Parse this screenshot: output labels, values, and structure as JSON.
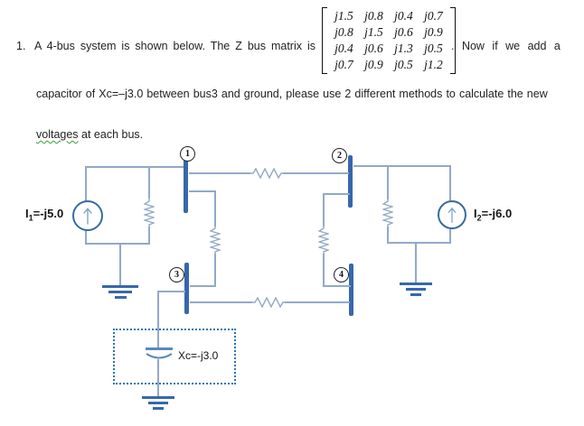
{
  "problem": {
    "number": "1.",
    "text_before_matrix": "A 4-bus system is shown below. The Z bus matrix is",
    "matrix": {
      "rows": [
        [
          "j1.5",
          "j0.8",
          "j0.4",
          "j0.7"
        ],
        [
          "j0.8",
          "j1.5",
          "j0.6",
          "j0.9"
        ],
        [
          "j0.4",
          "j0.6",
          "j1.3",
          "j0.5"
        ],
        [
          "j0.7",
          "j0.9",
          "j0.5",
          "j1.2"
        ]
      ]
    },
    "text_after_matrix": ". Now if we add a",
    "line2": "capacitor of Xc=–j3.0 between bus3 and ground, please use 2 different methods to calculate the new",
    "line3_word": "voltages",
    "line3_rest": " at each bus."
  },
  "circuit": {
    "bus_labels": [
      "1",
      "2",
      "3",
      "4"
    ],
    "source1": {
      "base": "I",
      "sub": "1",
      "value": "=-j5.0"
    },
    "source2": {
      "base": "I",
      "sub": "2",
      "value": "=-j6.0"
    },
    "capacitor_label": "Xc=-j3.0",
    "colors": {
      "wire": "#92a9c8",
      "bus_bar": "#3767ac",
      "source_outline": "#3a6b9c",
      "dotted_box": "#2e75b6",
      "spellcheck_underline": "#3ba03b"
    }
  }
}
